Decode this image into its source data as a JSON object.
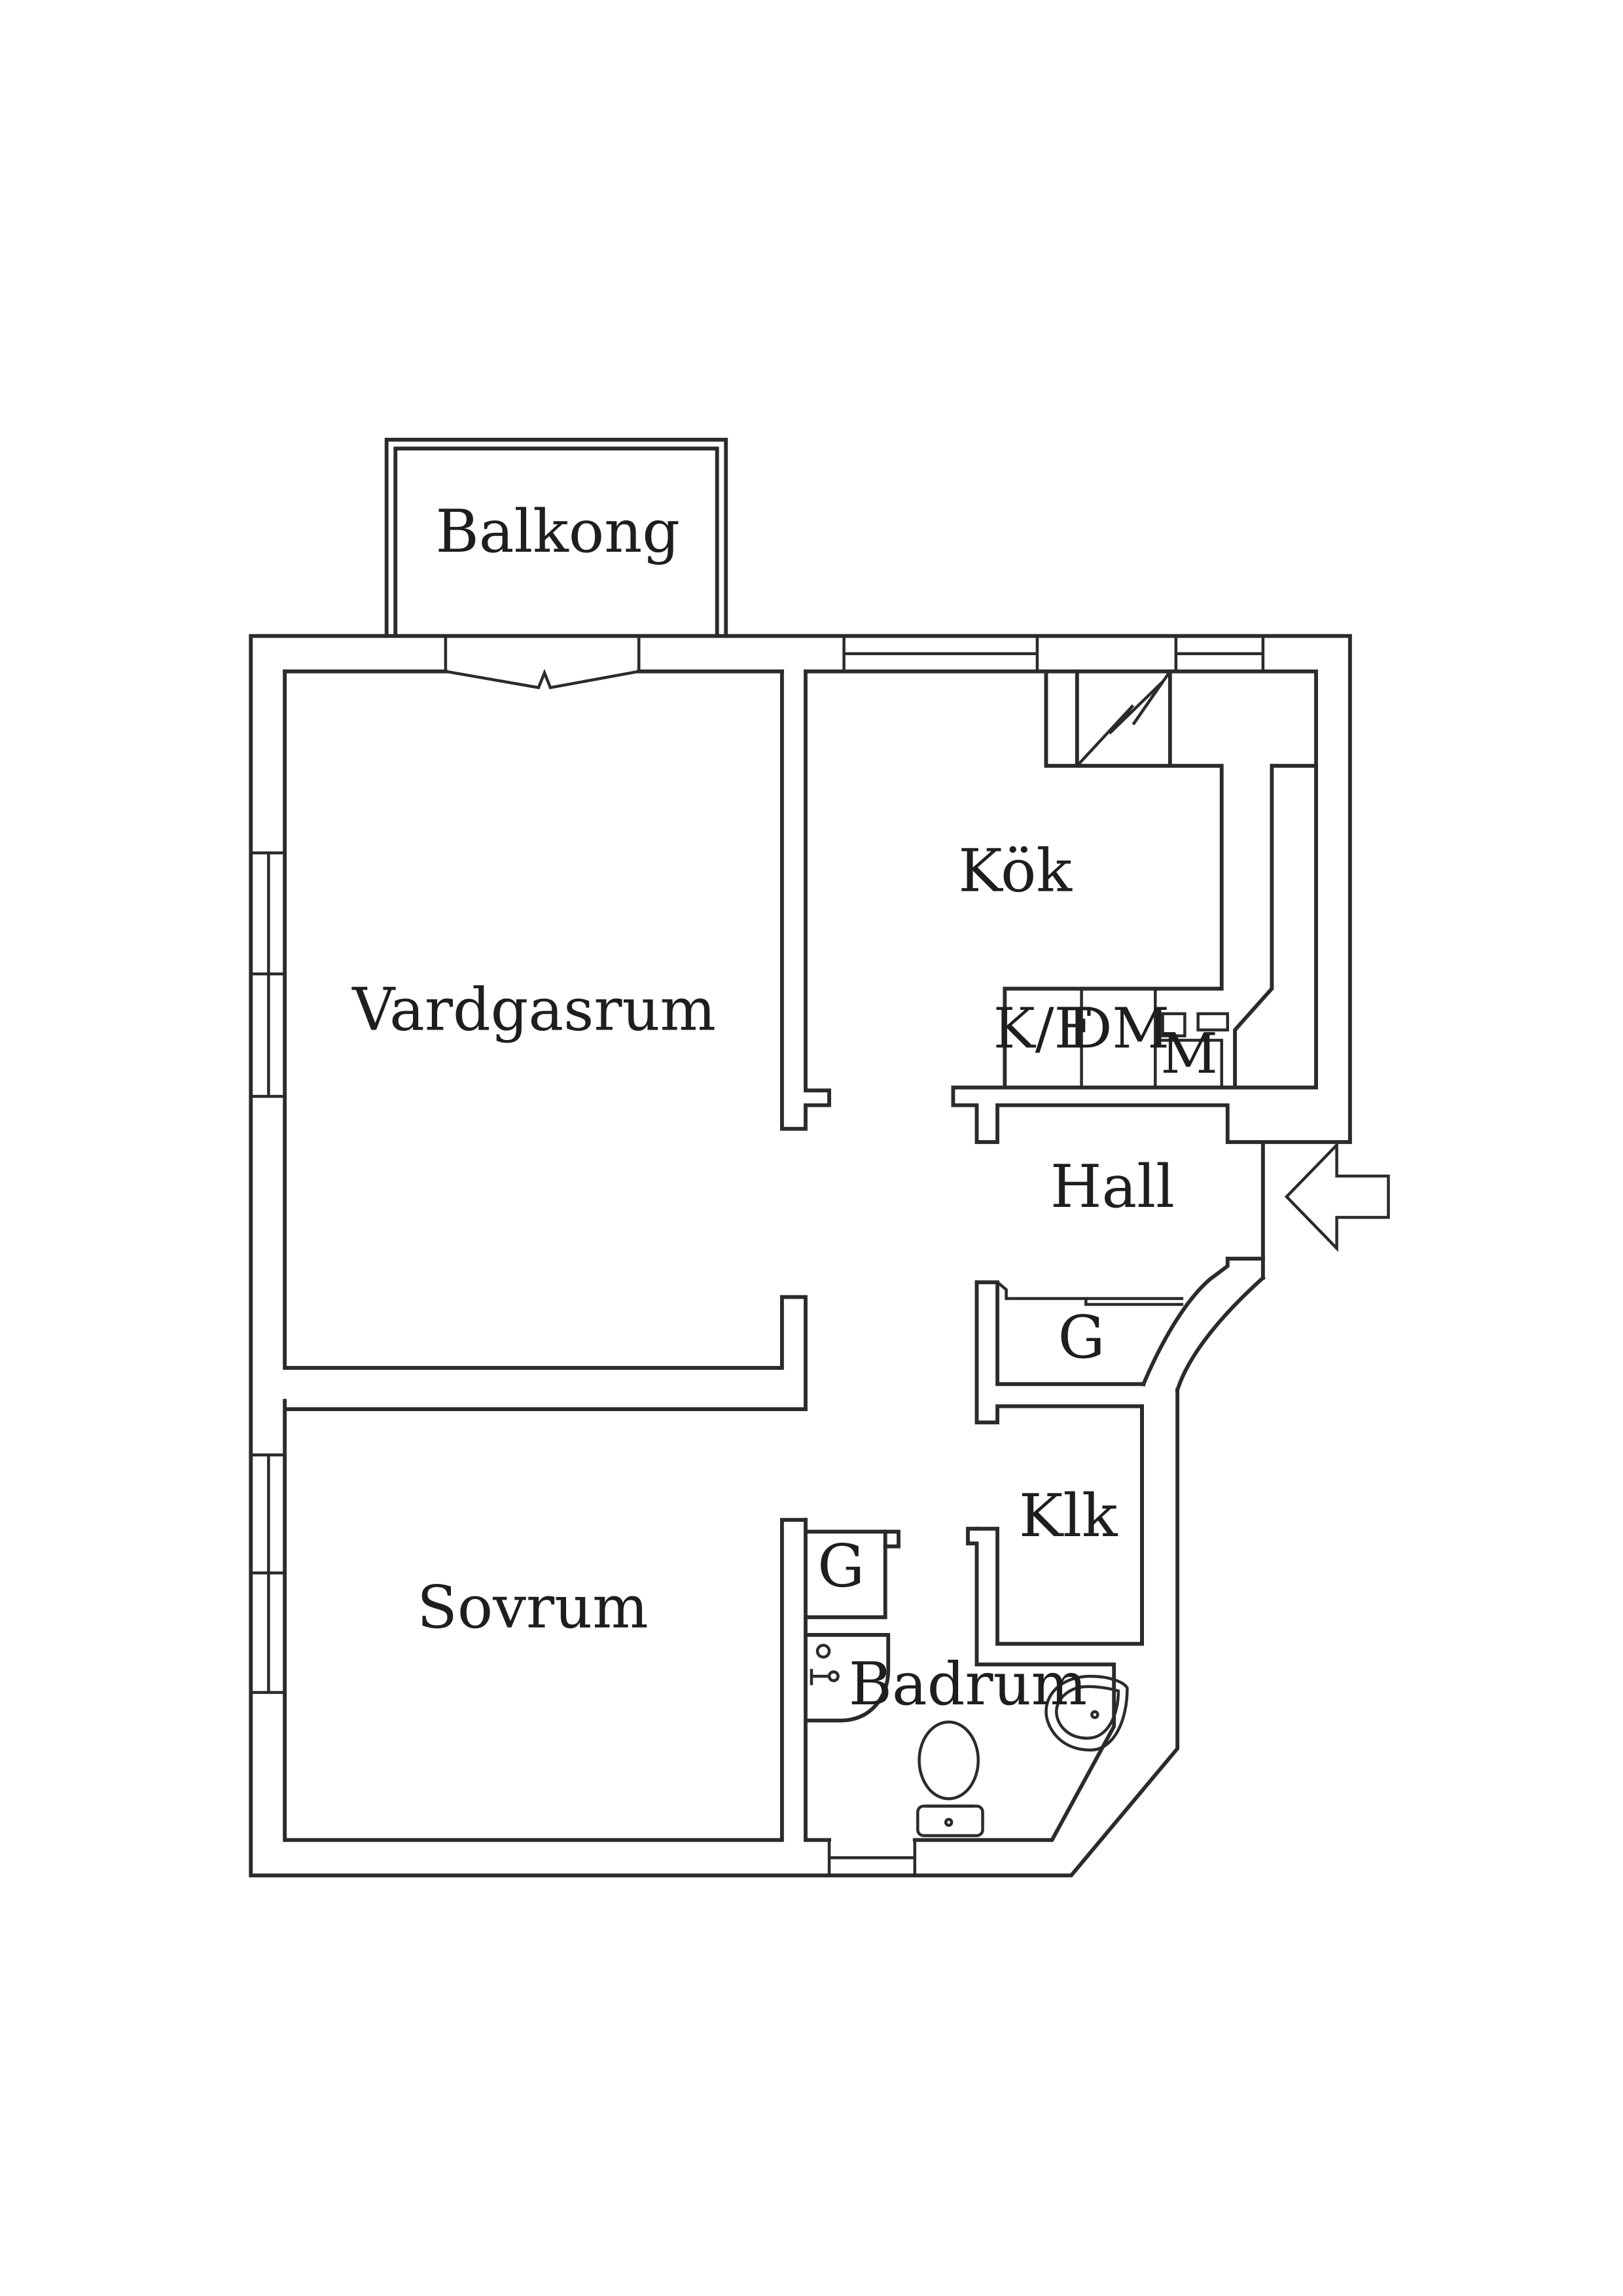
{
  "rooms": {
    "balcony": "Balkong",
    "kitchen": "Kök",
    "living_room": "Vardgasrum",
    "hall": "Hall",
    "closet_hall": "G",
    "closet_bath": "G",
    "laundry": "Klk",
    "bedroom": "Sovrum",
    "bathroom": "Badrum"
  },
  "appliances": {
    "fridge_freezer": "K/F",
    "dishwasher": "DM",
    "microwave": "M"
  },
  "symbols": {
    "entrance": "arrow-left-icon",
    "chimney": "lightning-icon",
    "toilet": "toilet-icon",
    "sink": "sink-icon"
  }
}
